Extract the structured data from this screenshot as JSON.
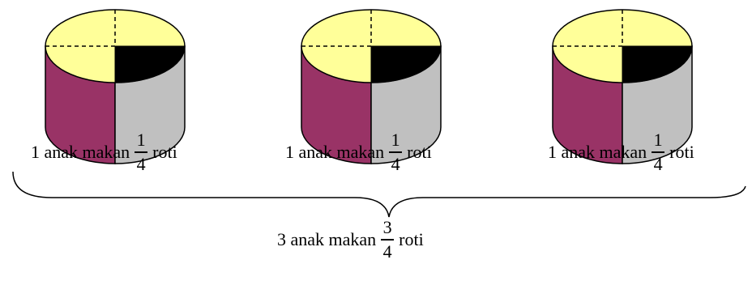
{
  "colors": {
    "top": "#FFFF99",
    "eaten_top": "#000000",
    "side_left": "#993366",
    "side_right": "#C0C0C0",
    "outline": "#000000"
  },
  "cakes": [
    {
      "caption": {
        "prefix": "1 anak makan",
        "numerator": "1",
        "denominator": "4",
        "suffix": "roti"
      },
      "eaten_fraction": 0.25
    },
    {
      "caption": {
        "prefix": "1 anak makan",
        "numerator": "1",
        "denominator": "4",
        "suffix": "roti"
      },
      "eaten_fraction": 0.25
    },
    {
      "caption": {
        "prefix": "1 anak makan",
        "numerator": "1",
        "denominator": "4",
        "suffix": "roti"
      },
      "eaten_fraction": 0.25
    }
  ],
  "total": {
    "prefix": "3 anak makan",
    "numerator": "3",
    "denominator": "4",
    "suffix": "roti"
  }
}
